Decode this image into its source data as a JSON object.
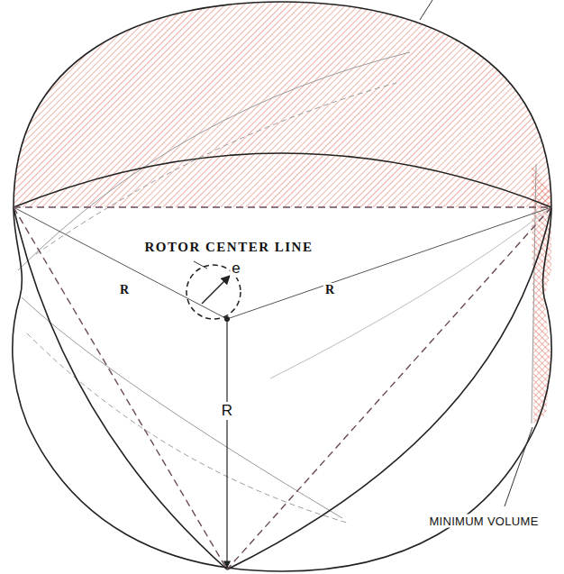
{
  "diagram": {
    "labels": [
      "ROTOR CENTER LINE",
      "e",
      "R",
      "R",
      "R",
      "MINIMUM VOLUME"
    ]
  }
}
